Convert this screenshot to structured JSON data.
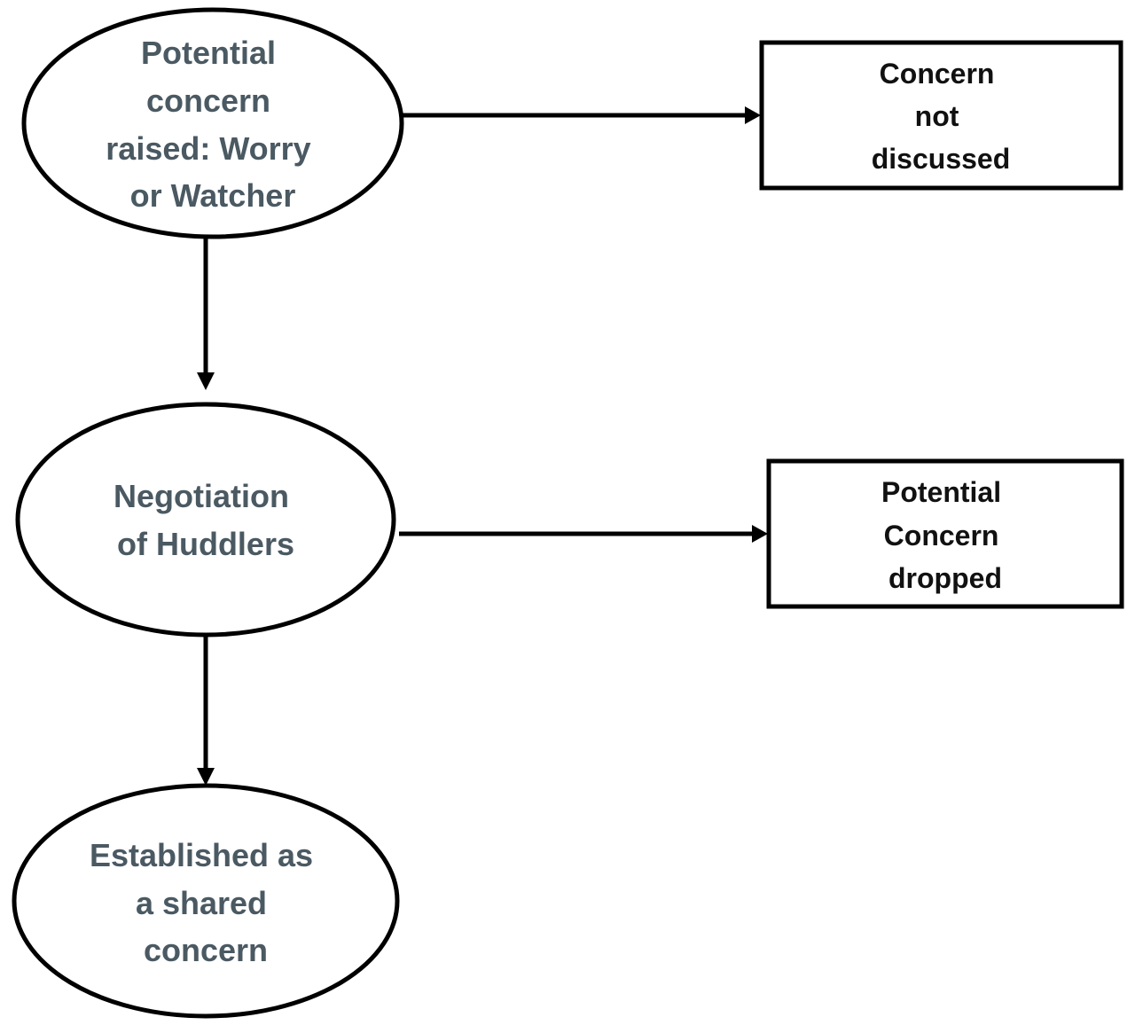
{
  "nodes": {
    "raised": {
      "lines": [
        "Potential",
        "concern",
        "raised: Worry",
        "or Watcher"
      ]
    },
    "negotiation": {
      "lines": [
        "Negotiation",
        "of Huddlers"
      ]
    },
    "established": {
      "lines": [
        "Established as",
        "a shared",
        "concern"
      ]
    },
    "not_discussed": {
      "lines": [
        "Concern",
        "not",
        "discussed"
      ]
    },
    "dropped": {
      "lines": [
        "Potential",
        "Concern",
        "dropped"
      ]
    }
  },
  "edges": [
    {
      "from": "raised",
      "to": "not_discussed"
    },
    {
      "from": "raised",
      "to": "negotiation"
    },
    {
      "from": "negotiation",
      "to": "dropped"
    },
    {
      "from": "negotiation",
      "to": "established"
    }
  ],
  "colors": {
    "ellipse_text": "#4a5962",
    "box_text": "#111111",
    "stroke": "#000000"
  }
}
